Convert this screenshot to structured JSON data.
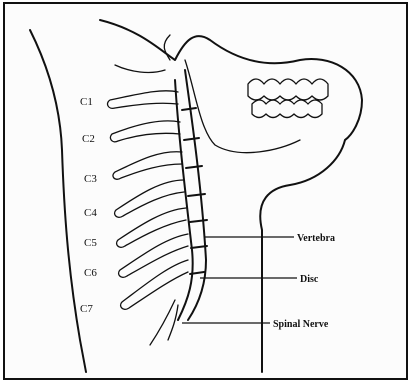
{
  "vertebra_labels": [
    "C1",
    "C2",
    "C3",
    "C4",
    "C5",
    "C6",
    "C7"
  ],
  "callouts": {
    "vertebra": "Vertebra",
    "disc": "Disc",
    "spinal_nerve": "Spinal Nerve"
  },
  "colors": {
    "ink": "#111111",
    "background": "#ffffff"
  }
}
